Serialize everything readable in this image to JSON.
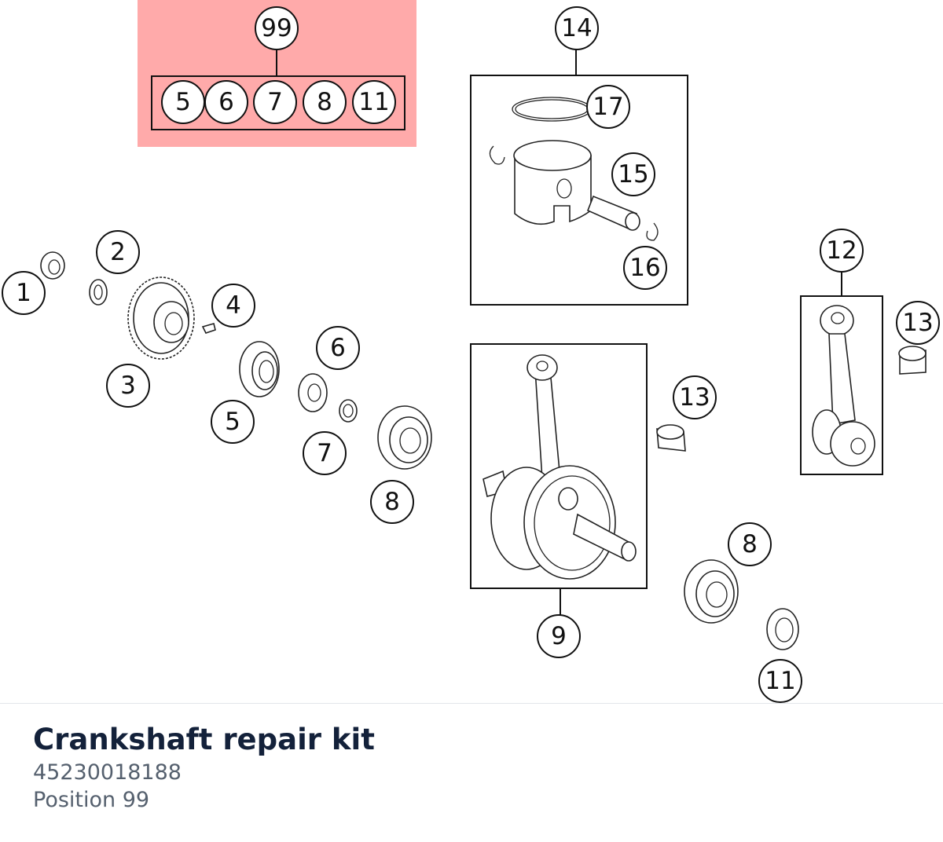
{
  "kit": {
    "title": "Crankshaft repair kit",
    "part_number": "45230018188",
    "position": "Position 99"
  },
  "diagram": {
    "highlight_color": "#ffaaaa",
    "kit_group": {
      "parent_label": "99",
      "member_labels": [
        "5",
        "6",
        "7",
        "8",
        "11"
      ]
    },
    "callouts": [
      "1",
      "2",
      "3",
      "4",
      "5",
      "6",
      "7",
      "8",
      "9",
      "11",
      "12",
      "13",
      "13",
      "14",
      "15",
      "16",
      "17",
      "8",
      "11"
    ]
  }
}
